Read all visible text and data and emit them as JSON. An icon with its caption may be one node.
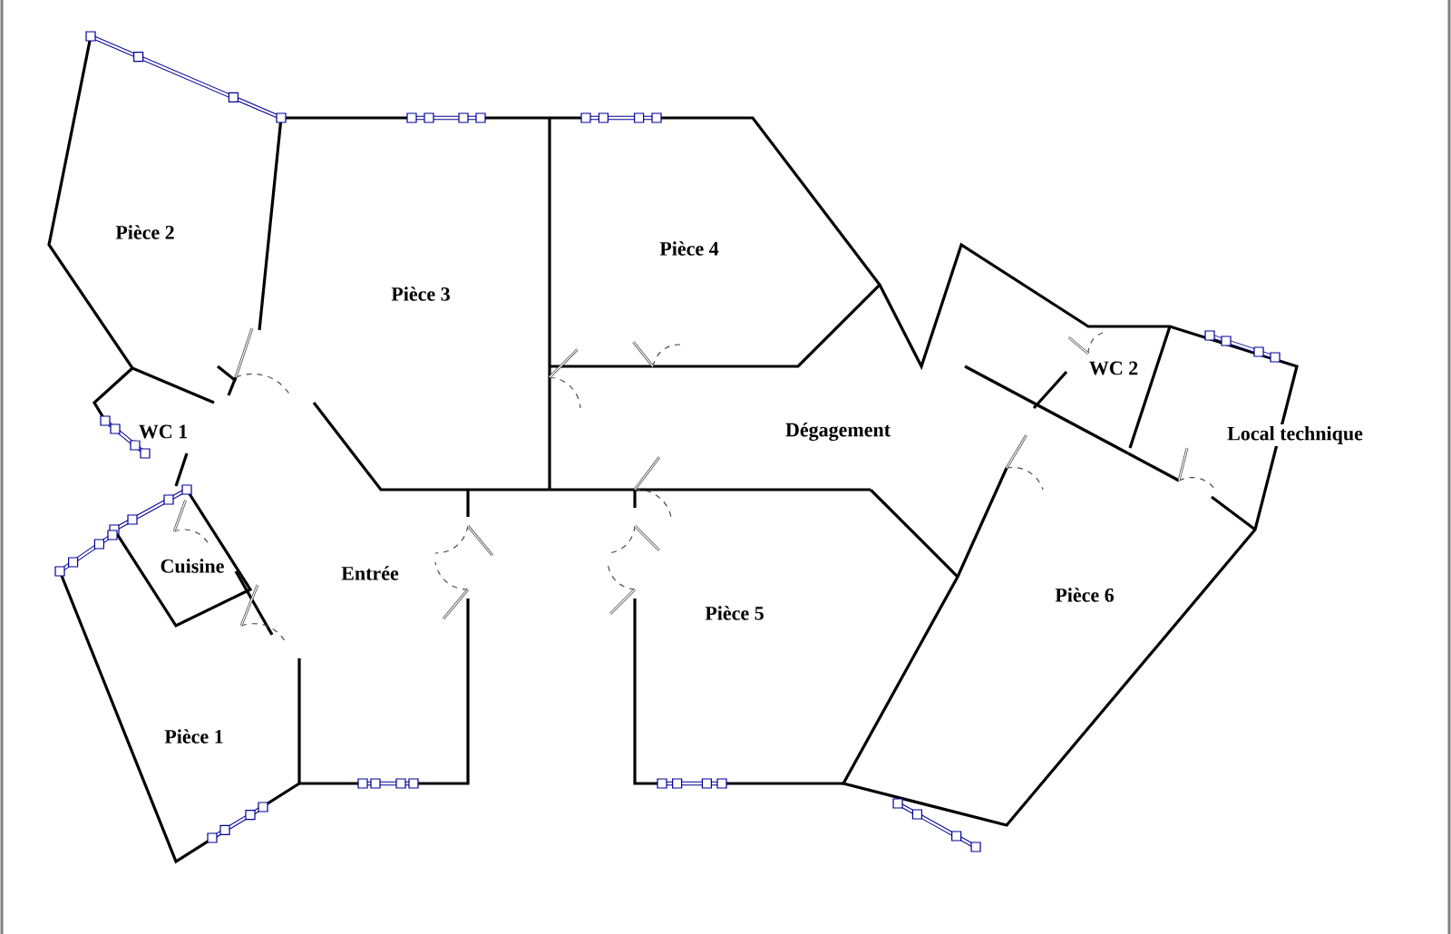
{
  "diagram": {
    "labels": [
      "Pièce 2",
      "Pièce 4",
      "Pièce 3",
      "WC 2",
      "WC 1",
      "Dégagement",
      "Local technique",
      "Cuisine",
      "Entrée",
      "Pièce 6",
      "Pièce 5",
      "Pièce 1"
    ]
  }
}
